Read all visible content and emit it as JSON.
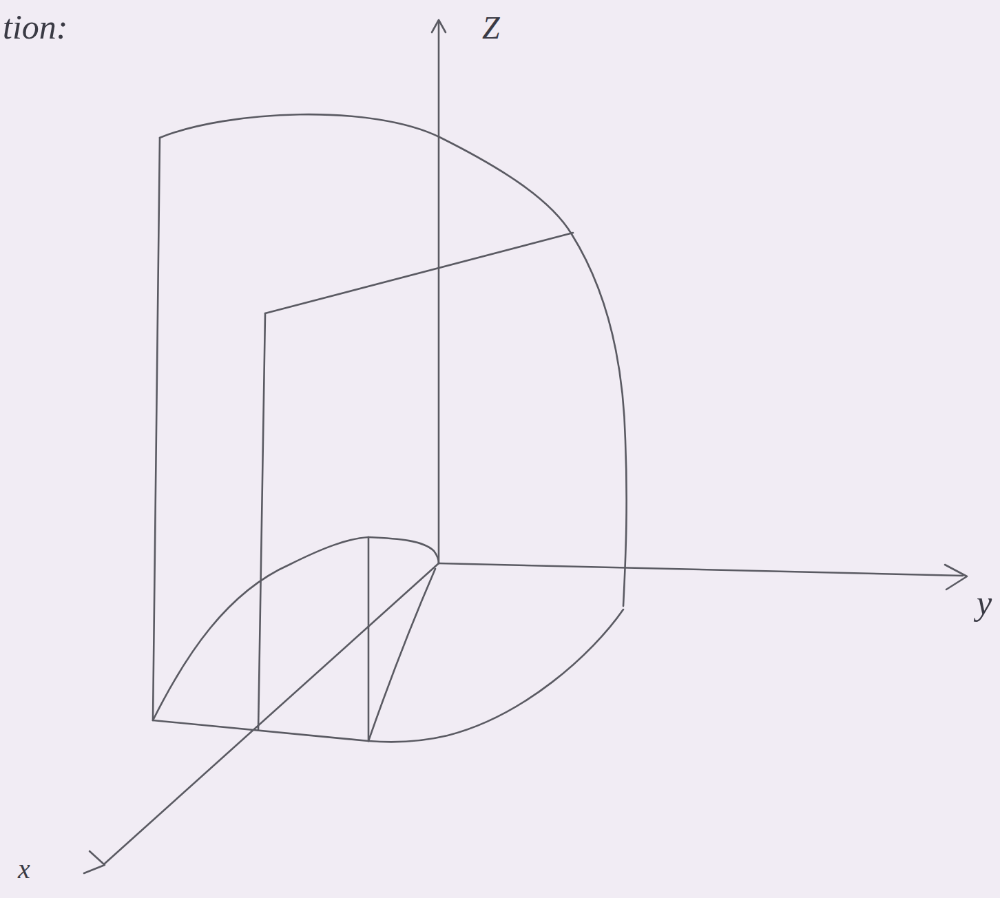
{
  "diagram": {
    "labels": [
      "tion:",
      "Z",
      "y",
      "x"
    ]
  }
}
